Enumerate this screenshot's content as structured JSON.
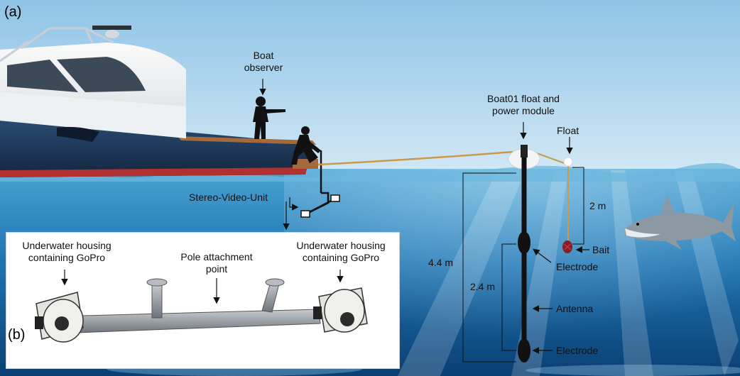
{
  "panels": {
    "a": "(a)",
    "b": "(b)"
  },
  "labels": {
    "boat_observer": "Boat\nobserver",
    "float_module": "Boat01 float and\npower module",
    "float": "Float",
    "stereo_video_unit": "Stereo-Video-Unit",
    "two_m": "2 m",
    "bait": "Bait",
    "four_four_m": "4.4 m",
    "two_four_m": "2.4 m",
    "electrode_top": "Electrode",
    "antenna": "Antenna",
    "electrode_bottom": "Electrode"
  },
  "inset": {
    "housing_left": "Underwater housing\ncontaining GoPro",
    "pole_attachment": "Pole attachment\npoint",
    "housing_right": "Underwater housing\ncontaining GoPro"
  },
  "colors": {
    "sky_top": "#8fc4e6",
    "sky_bottom": "#cfe6f4",
    "water_surface": "#5aa9d4",
    "water_deep": "#0b4f86",
    "hull": "#1d3a5c",
    "rope": "#c89b4a",
    "antenna": "#111111",
    "bait": "#8a1d2a"
  }
}
